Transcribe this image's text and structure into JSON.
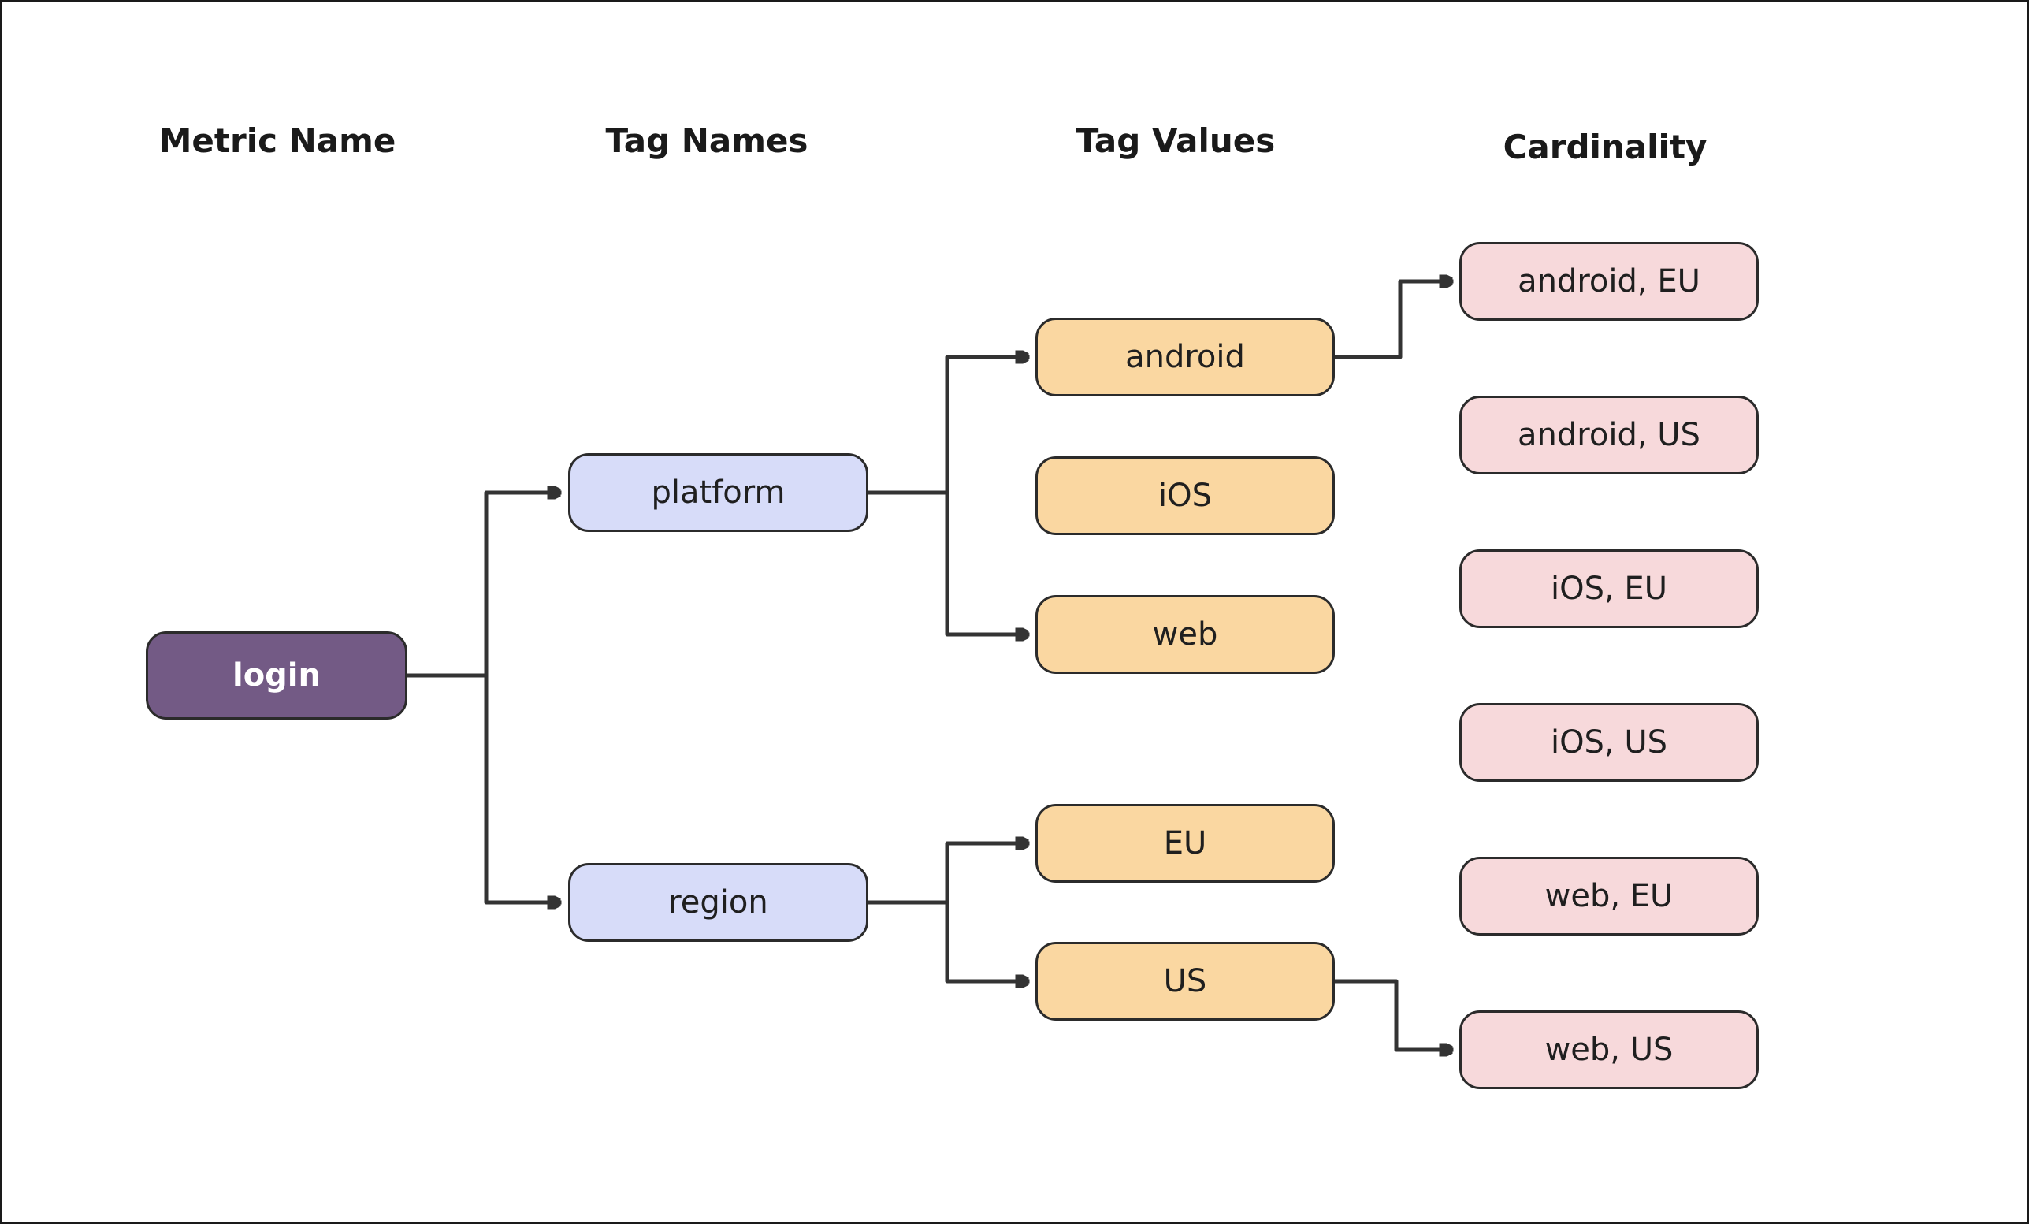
{
  "canvas": {
    "background": "#ffffff",
    "border_color": "#1a1a1a"
  },
  "headers": {
    "metric_name": "Metric Name",
    "tag_names": "Tag Names",
    "tag_values": "Tag Values",
    "cardinality": "Cardinality"
  },
  "nodes": {
    "metric": {
      "label": "login"
    },
    "tag_names": [
      {
        "label": "platform"
      },
      {
        "label": "region"
      }
    ],
    "tag_values": [
      {
        "label": "android"
      },
      {
        "label": "iOS"
      },
      {
        "label": "web"
      },
      {
        "label": "EU"
      },
      {
        "label": "US"
      }
    ],
    "cardinality": [
      {
        "label": "android, EU"
      },
      {
        "label": "android, US"
      },
      {
        "label": "iOS, EU"
      },
      {
        "label": "iOS, US"
      },
      {
        "label": "web, EU"
      },
      {
        "label": "web, US"
      }
    ]
  },
  "edges": [
    {
      "from": "login",
      "to": "platform",
      "arrow": true
    },
    {
      "from": "login",
      "to": "region",
      "arrow": true
    },
    {
      "from": "platform",
      "to": "android",
      "arrow": true
    },
    {
      "from": "platform",
      "to": "web",
      "arrow": true
    },
    {
      "from": "region",
      "to": "EU",
      "arrow": true
    },
    {
      "from": "region",
      "to": "US",
      "arrow": true
    },
    {
      "from": "android",
      "to": "android, EU",
      "arrow": true
    },
    {
      "from": "US",
      "to": "web, US",
      "arrow": true
    }
  ],
  "colors": {
    "metric_fill": "#735a85",
    "metric_text": "#ffffff",
    "tag_name_fill": "#d7dcf9",
    "tag_value_fill": "#fad7a1",
    "cardinality_fill": "#f7d9db",
    "node_border": "#2b2b2b",
    "edge_color": "#333333",
    "heading_color": "#1a1a1a",
    "label_color": "#1f1f1f"
  }
}
